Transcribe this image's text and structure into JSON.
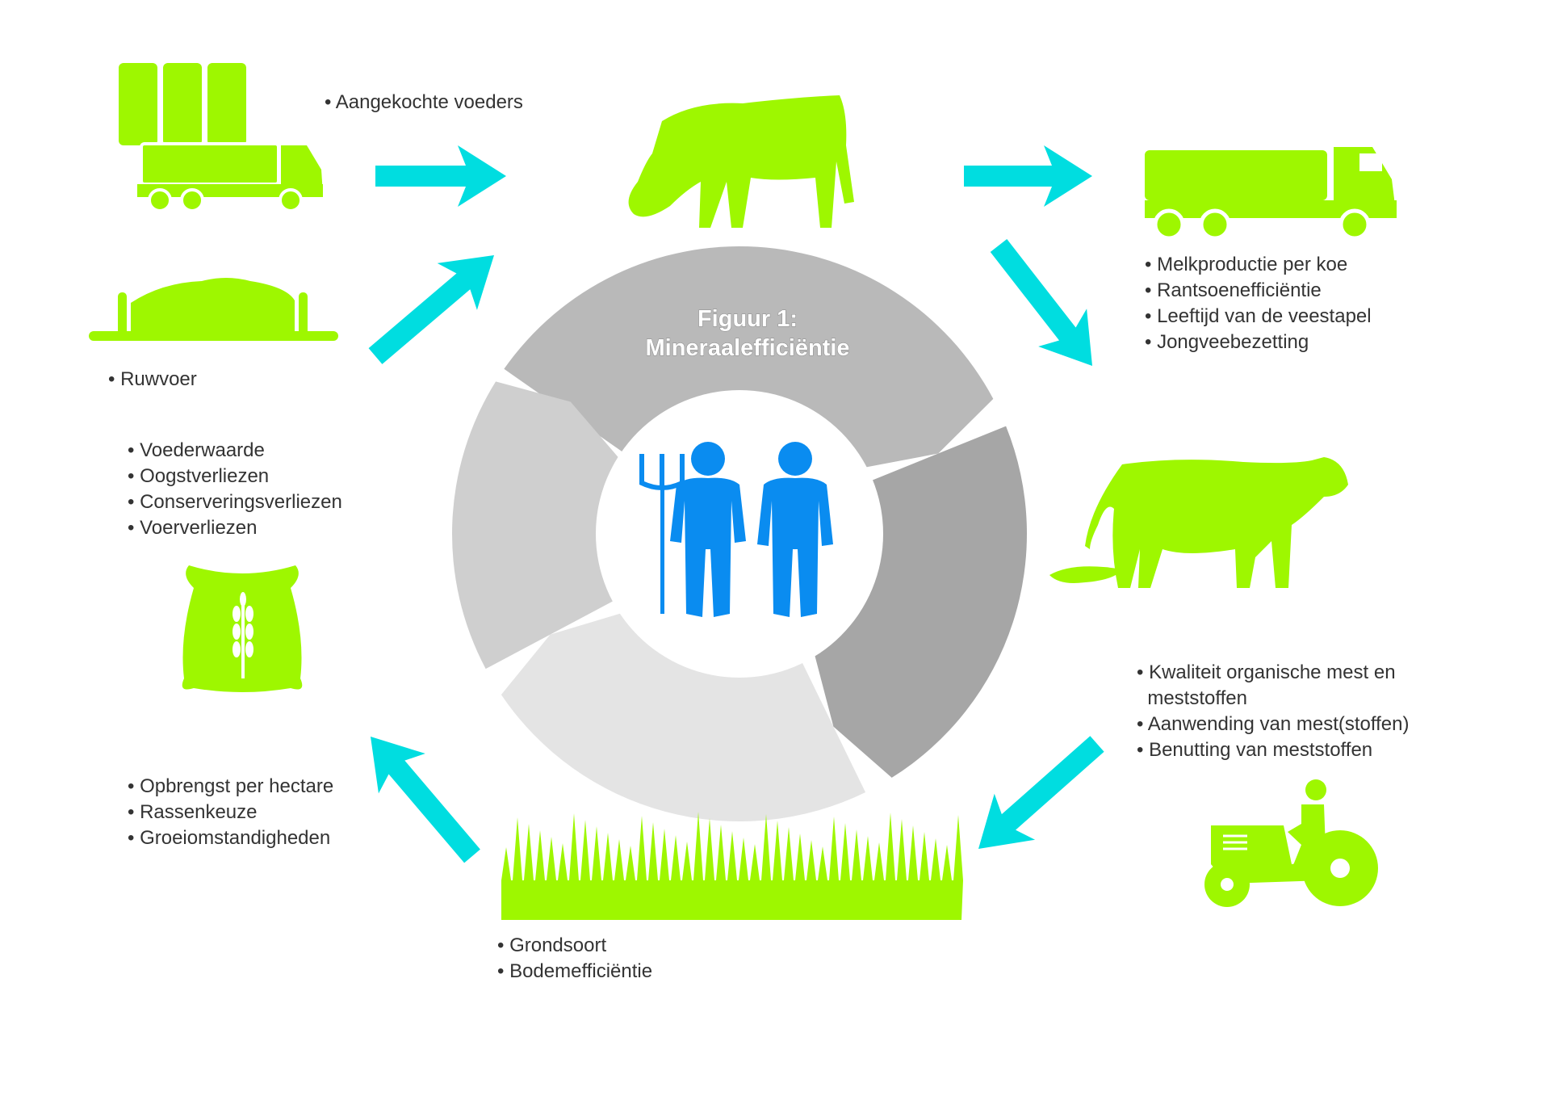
{
  "title": {
    "line1": "Figuur 1:",
    "line2": "Mineraalefficiëntie"
  },
  "colors": {
    "green": "#9ef700",
    "cyan": "#00dde0",
    "blue": "#0a8cf0",
    "ring_top": "#b9b9b9",
    "ring_right": "#a6a6a6",
    "ring_bottom": "#e4e4e4",
    "ring_left": "#cfcfcf"
  },
  "labels": {
    "purchased_feed": [
      "• Aangekochte voeders"
    ],
    "milk": [
      "• Melkproductie per koe",
      "• Rantsoenefficiëntie",
      "• Leeftijd van de veestapel",
      "• Jongveebezetting"
    ],
    "roughage": [
      "• Ruwvoer"
    ],
    "feed": [
      "• Voederwaarde",
      "• Oogstverliezen",
      "• Conserveringsverliezen",
      "• Voerverliezen"
    ],
    "manure": [
      "• Kwaliteit organische mest en",
      "  meststoffen",
      "• Aanwending van mest(stoffen)",
      "• Benutting van meststoffen"
    ],
    "crop": [
      "• Opbrengst per hectare",
      "• Rassenkeuze",
      "• Groeiomstandigheden"
    ],
    "soil": [
      "• Grondsoort",
      "• Bodemefficiëntie"
    ]
  },
  "icons": [
    "silo-truck-icon",
    "silage-heap-icon",
    "grazing-cow-icon",
    "milk-truck-icon",
    "manure-cow-icon",
    "grain-bag-icon",
    "tractor-icon",
    "grass-icon",
    "farmers-icon"
  ]
}
